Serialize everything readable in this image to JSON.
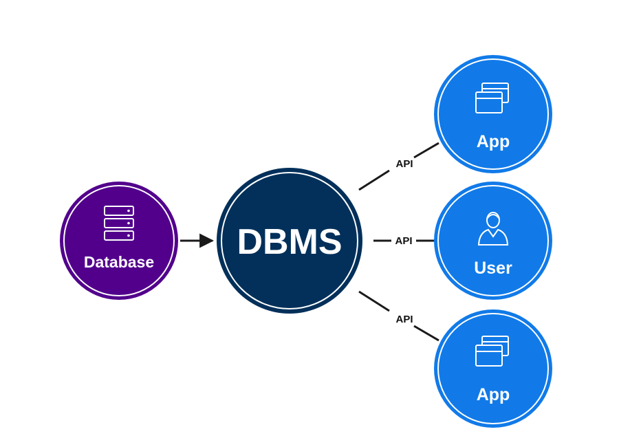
{
  "colors": {
    "database": "#52008c",
    "dbms": "#02305a",
    "client": "#117ae8",
    "ring": "#ffffff",
    "connector": "#1a1a1a"
  },
  "nodes": {
    "database": {
      "label": "Database",
      "icon": "server-stack-icon"
    },
    "dbms": {
      "label": "DBMS"
    },
    "app_top": {
      "label": "App",
      "icon": "app-windows-icon"
    },
    "user": {
      "label": "User",
      "icon": "user-icon"
    },
    "app_bottom": {
      "label": "App",
      "icon": "app-windows-icon"
    }
  },
  "connectors": {
    "top": {
      "label": "API"
    },
    "middle": {
      "label": "API"
    },
    "bottom": {
      "label": "API"
    }
  }
}
